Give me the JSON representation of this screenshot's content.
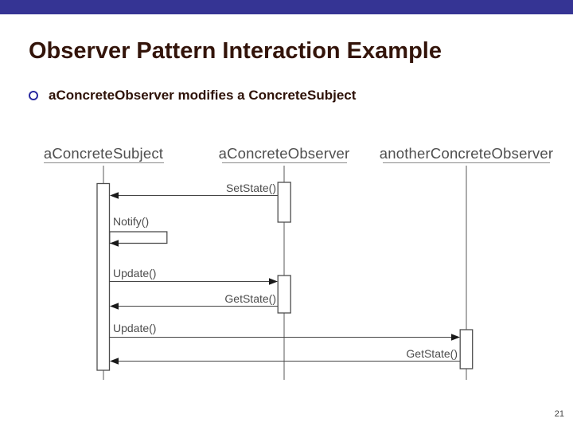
{
  "slide": {
    "title": "Observer Pattern Interaction Example",
    "bullet": "aConcreteObserver modifies a ConcreteSubject",
    "page_number": "21"
  },
  "colors": {
    "top_bar": "#353494",
    "title_text": "#33140a",
    "bullet_ring": "#2a2aa0",
    "diagram_stroke": "#4d4d4d",
    "diagram_text": "#4c4c4c"
  },
  "icons": {
    "bullet": "hollow-circle-bullet"
  },
  "diagram": {
    "type": "uml-sequence-diagram",
    "lifelines": [
      {
        "label": "aConcreteSubject"
      },
      {
        "label": "aConcreteObserver"
      },
      {
        "label": "anotherConcreteObserver"
      }
    ],
    "messages": [
      {
        "label": "SetState()",
        "from": "aConcreteObserver",
        "to": "aConcreteSubject"
      },
      {
        "label": "Notify()",
        "from": "aConcreteSubject",
        "to": "aConcreteSubject"
      },
      {
        "label": "Update()",
        "from": "aConcreteSubject",
        "to": "aConcreteObserver"
      },
      {
        "label": "GetState()",
        "from": "aConcreteObserver",
        "to": "aConcreteSubject"
      },
      {
        "label": "Update()",
        "from": "aConcreteSubject",
        "to": "anotherConcreteObserver"
      },
      {
        "label": "GetState()",
        "from": "anotherConcreteObserver",
        "to": "aConcreteSubject"
      }
    ]
  }
}
